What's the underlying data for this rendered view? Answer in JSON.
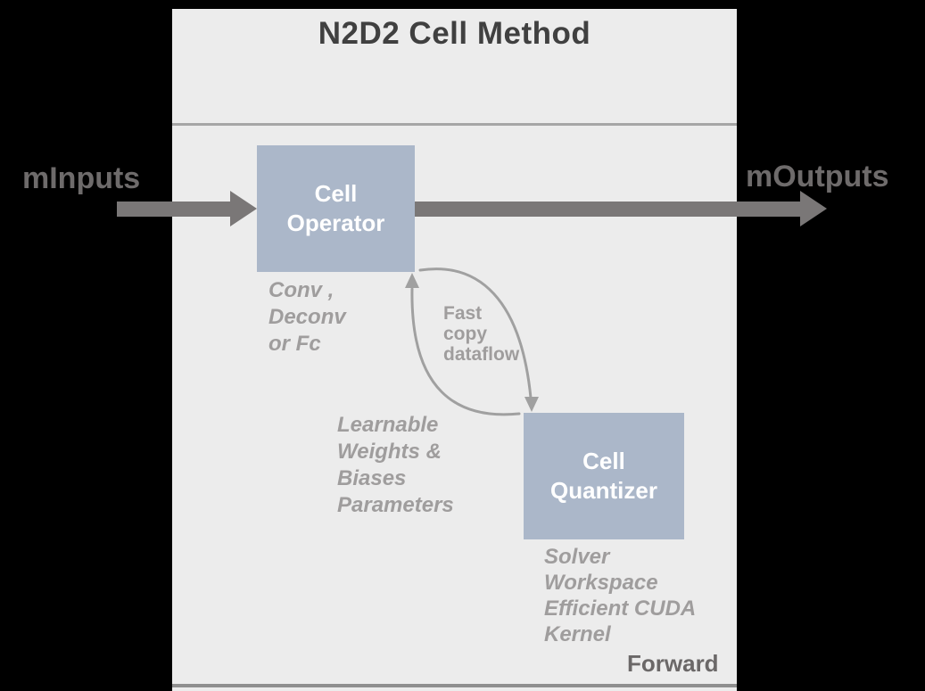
{
  "diagram": {
    "title": "N2D2 Cell Method",
    "io": {
      "input_label": "mInputs",
      "output_label": "mOutputs"
    },
    "pass_label": "Forward",
    "operator": {
      "name_lines": [
        "Cell",
        "Operator"
      ],
      "type_note_lines": [
        "Conv ,",
        "Deconv",
        "or Fc"
      ]
    },
    "quantizer": {
      "name_lines": [
        "Cell",
        "Quantizer"
      ],
      "impl_note_lines": [
        "Solver",
        "Workspace",
        "Efficient CUDA",
        "Kernel"
      ]
    },
    "loop": {
      "label_lines": [
        "Fast",
        "copy",
        "dataflow"
      ]
    },
    "params_note_lines": [
      "Learnable",
      "Weights &",
      "Biases",
      "Parameters"
    ],
    "colors": {
      "background": "#000000",
      "panel": "#ececec",
      "block_fill": "#abb7c9",
      "block_text": "#ffffff",
      "io_arrow": "#7a7777",
      "loop_stroke": "#a0a0a0",
      "muted_note_text": "#9f9d9d",
      "io_label_text": "#6e6b6b",
      "title_text": "#404040",
      "forward_text": "#6b6868",
      "divider": "#a6a6a6"
    }
  }
}
